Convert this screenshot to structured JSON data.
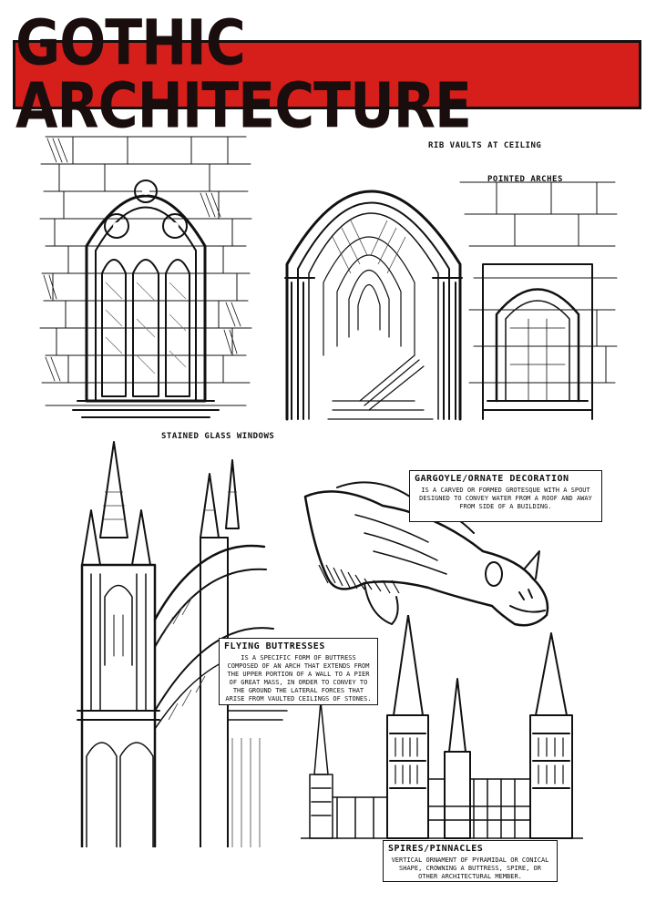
{
  "header": {
    "title": "GOTHIC ARCHITECTURE"
  },
  "labels": {
    "stained_glass": "STAINED GLASS WINDOWS",
    "rib_vaults": "RIB VAULTS AT CEILING",
    "pointed_arches": "POINTED ARCHES"
  },
  "notes": {
    "gargoyle": {
      "title": "GARGOYLE/ORNATE DECORATION",
      "body": "IS A CARVED OR FORMED GROTESQUE WITH A SPOUT DESIGNED TO CONVEY WATER FROM A ROOF AND AWAY FROM SIDE OF A BUILDING."
    },
    "flying_buttresses": {
      "title": "FLYING BUTTRESSES",
      "body": "IS A SPECIFIC FORM OF BUTTRESS COMPOSED OF AN ARCH THAT EXTENDS FROM THE UPPER PORTION OF A WALL TO A PIER OF GREAT MASS, IN ORDER TO CONVEY TO THE GROUND THE LATERAL FORCES THAT ARISE FROM VAULTED CEILINGS OF STONES."
    },
    "spires": {
      "title": "SPIRES/PINNACLES",
      "body": "VERTICAL ORNAMENT OF PYRAMIDAL OR CONICAL SHAPE, CROWNING A BUTTRESS, SPIRE, OR OTHER ARCHITECTURAL MEMBER."
    }
  },
  "colors": {
    "banner": "#d61f1b",
    "ink": "#111111",
    "paper": "#ffffff"
  }
}
